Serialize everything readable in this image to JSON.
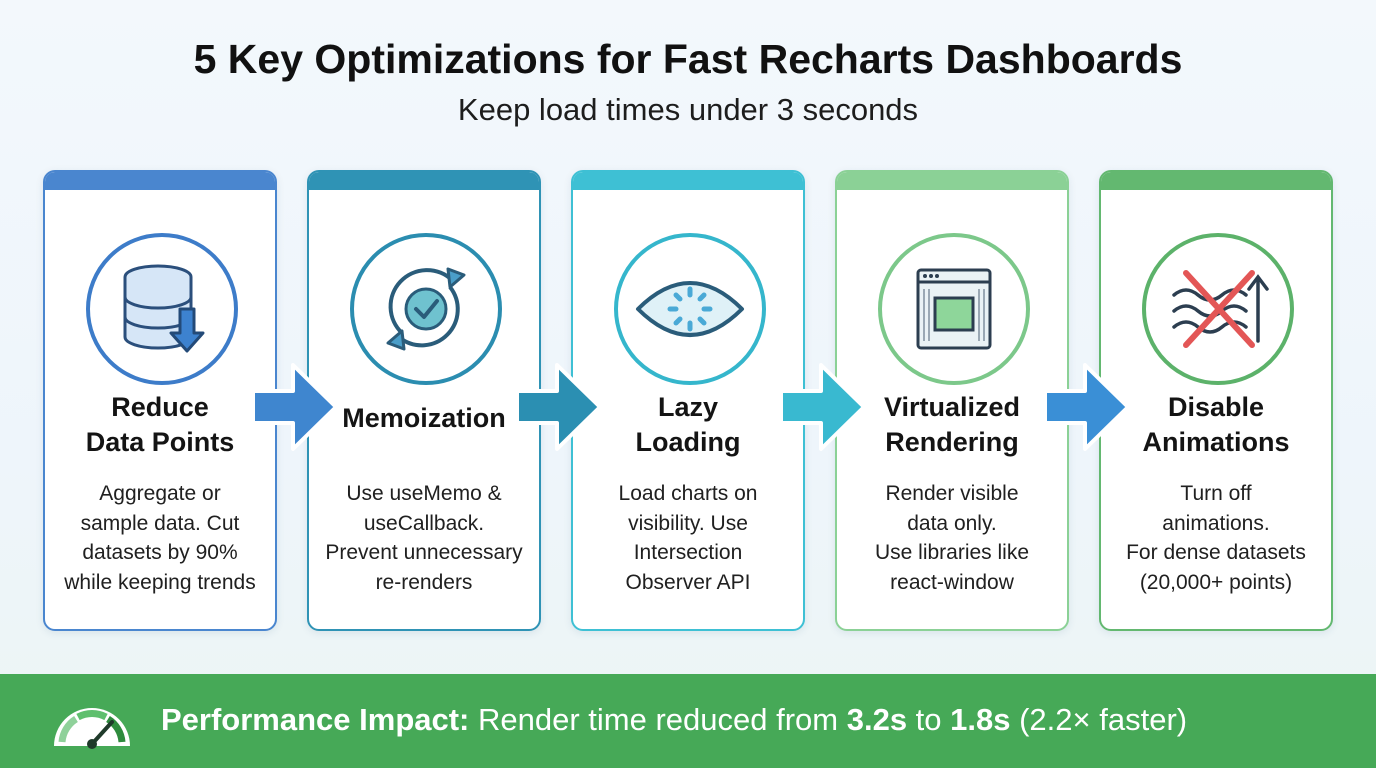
{
  "header": {
    "title": "5 Key Optimizations for Fast Recharts Dashboards",
    "subtitle": "Keep load times under 3 seconds"
  },
  "cards": [
    {
      "name_lines": [
        "Reduce",
        "Data Points"
      ],
      "desc_lines": [
        "Aggregate or",
        "sample data. Cut",
        "datasets by 90%",
        "while keeping trends"
      ],
      "icon": "database-down-arrow-icon",
      "color": "#3d7cc9",
      "bar_color": "#4a86cf"
    },
    {
      "name_lines": [
        "Memoization"
      ],
      "desc_lines": [
        "Use useMemo &",
        "useCallback.",
        "Prevent unnecessary",
        "re-renders"
      ],
      "icon": "refresh-check-icon",
      "color": "#2b8db0",
      "bar_color": "#2f93b5"
    },
    {
      "name_lines": [
        "Lazy",
        "Loading"
      ],
      "desc_lines": [
        "Load charts on",
        "visibility. Use",
        "Intersection",
        "Observer API"
      ],
      "icon": "eye-loading-icon",
      "color": "#35b6cc",
      "bar_color": "#3ec0d4"
    },
    {
      "name_lines": [
        "Virtualized",
        "Rendering"
      ],
      "desc_lines": [
        "Render visible",
        "data only.",
        "Use libraries like",
        "react-window"
      ],
      "icon": "browser-window-icon",
      "color": "#7cc88a",
      "bar_color": "#8bd196"
    },
    {
      "name_lines": [
        "Disable",
        "Animations"
      ],
      "desc_lines": [
        "Turn off",
        "animations.",
        "For dense datasets",
        "(20,000+ points)"
      ],
      "icon": "waves-crossed-icon",
      "color": "#5cb26a",
      "bar_color": "#63b870"
    }
  ],
  "arrows": [
    {
      "icon": "arrow-right-icon",
      "color": "#3f86cf"
    },
    {
      "icon": "arrow-right-icon",
      "color": "#2b8fb2"
    },
    {
      "icon": "arrow-right-icon",
      "color": "#39b9d0"
    },
    {
      "icon": "arrow-right-icon",
      "color": "#3a8fd6"
    }
  ],
  "footer": {
    "label": "Performance Impact:",
    "text1": " Render time reduced from ",
    "from": "3.2s",
    "text2": " to ",
    "to": "1.8s",
    "text3": " (2.2× faster)",
    "icon": "speedometer-gauge-icon",
    "background": "#46a957"
  }
}
